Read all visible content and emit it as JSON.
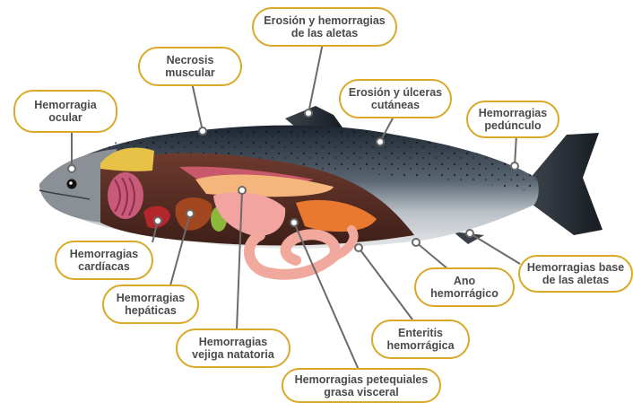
{
  "labels": {
    "hemorragia_ocular": [
      "Hemorragia",
      "ocular"
    ],
    "necrosis_muscular": [
      "Necrosis",
      "muscular"
    ],
    "erosion_aletas": [
      "Erosión y hemorragias",
      "de las aletas"
    ],
    "erosion_ulceras": [
      "Erosión y úlceras",
      "cutáneas"
    ],
    "hemorragias_pedunculo": [
      "Hemorragias",
      "pedúnculo"
    ],
    "hemorragias_cardiacas": [
      "Hemorragias",
      "cardíacas"
    ],
    "hemorragias_hepaticas": [
      "Hemorragias",
      "hepáticas"
    ],
    "hemorragias_vejiga": [
      "Hemorragias",
      "vejiga natatoria"
    ],
    "hemorragias_petequiales": [
      "Hemorragias petequiales",
      "grasa visceral"
    ],
    "enteritis": [
      "Enteritis",
      "hemorrágica"
    ],
    "ano_hemorragico": [
      "Ano",
      "hemorrágico"
    ],
    "hemorragias_base": [
      "Hemorragias base",
      "de las aletas"
    ]
  },
  "colors": {
    "label_border": "#d9a92a",
    "leader_line": "#6b6b6b",
    "text": "#4a4a4a"
  }
}
